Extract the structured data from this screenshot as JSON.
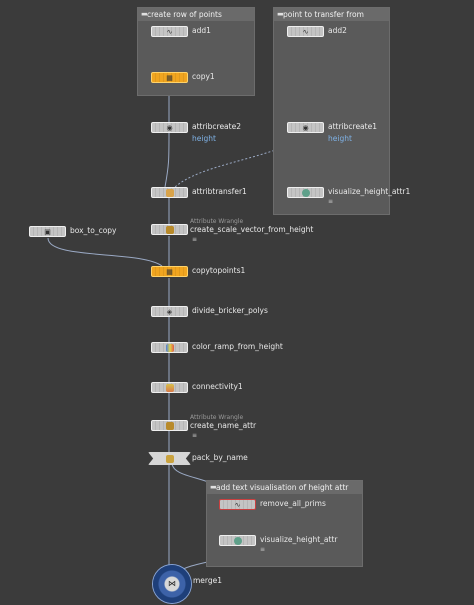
{
  "network_boxes": {
    "create_row": "create row of points",
    "transfer_from": "point to transfer from",
    "text_vis": "add text visualisation of height attr"
  },
  "collapse_glyph": "▬",
  "nodes": {
    "add1": "add1",
    "copy1": "copy1",
    "attribcreate2": "attribcreate2",
    "attribcreate2_attr": "height",
    "add2": "add2",
    "attribcreate1": "attribcreate1",
    "attribcreate1_attr": "height",
    "visualize_height_attr1": "visualize_height_attr1",
    "attribtransfer1": "attribtransfer1",
    "wrangle_type": "Attribute Wrangle",
    "create_scale_vector_from_height": "create_scale_vector_from_height",
    "box_to_copy": "box_to_copy",
    "copytopoints1": "copytopoints1",
    "divide_bricker_polys": "divide_bricker_polys",
    "color_ramp_from_height": "color_ramp_from_height",
    "connectivity1": "connectivity1",
    "wrangle_type2": "Attribute Wrangle",
    "create_name_attr": "create_name_attr",
    "pack_by_name": "pack_by_name",
    "remove_all_prims": "remove_all_prims",
    "visualize_height_attr": "visualize_height_attr",
    "merge1": "merge1"
  },
  "icons": {
    "add": "add-icon",
    "copy": "copy-icon",
    "attribcreate": "attribcreate-icon",
    "attribtransfer": "attribtransfer-icon",
    "wrangle": "wrangle-icon",
    "box": "box-icon",
    "divide": "divide-icon",
    "color": "color-icon",
    "connectivity": "connectivity-icon",
    "pack": "pack-icon",
    "merge": "merge-icon",
    "visualize": "visualize-icon"
  },
  "colors": {
    "background": "#3b3b3b",
    "network_box": "#5a5a5a",
    "node": "#c4c4c4",
    "node_selected": "#f1a51f",
    "wire": "#9aa9c4",
    "attr_text": "#7fb2e6"
  }
}
